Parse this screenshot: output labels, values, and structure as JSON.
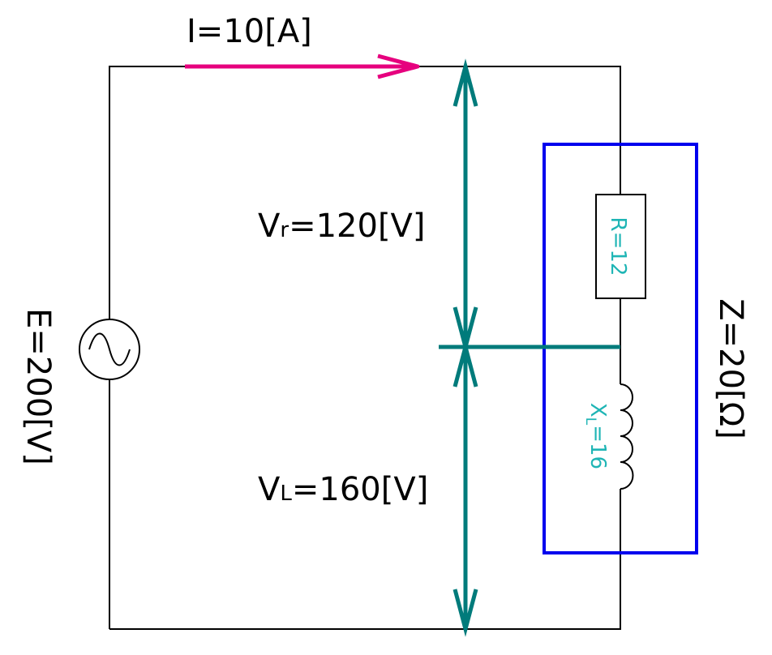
{
  "colors": {
    "wire": "#000000",
    "current_arrow": "#e6007e",
    "voltage_arrow": "#007b7b",
    "impedance_box": "#0000ee",
    "component_text": "#1fb5b5"
  },
  "current": {
    "text": "I=10[A]"
  },
  "source": {
    "text": "E=200[V]",
    "icon": "ac-source-icon"
  },
  "vr": {
    "main": "V",
    "sub": "r",
    "rest": "=120[V]"
  },
  "vl": {
    "main": "V",
    "sub": "L",
    "rest": "=160[V]"
  },
  "resistor": {
    "text": "R=12",
    "icon": "resistor-icon"
  },
  "inductor": {
    "main": "X",
    "sub": "L",
    "rest": "=16",
    "icon": "inductor-icon"
  },
  "impedance": {
    "text": "Z=20[Ω]"
  }
}
